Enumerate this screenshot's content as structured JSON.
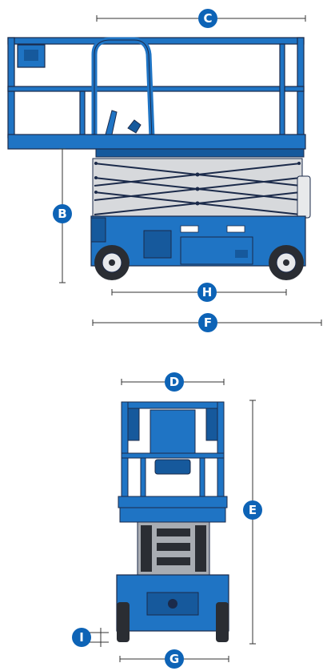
{
  "colors": {
    "machine_blue": "#1f74c4",
    "machine_blue_dark": "#16599c",
    "outline": "#1b2a4a",
    "badge_blue": "#0d63b6",
    "scissor_grey": "#d7d9dc",
    "tire": "#2a2d33",
    "dimension_line": "#333333"
  },
  "labels": {
    "c": "C",
    "b": "B",
    "h": "H",
    "f": "F",
    "d": "D",
    "e": "E",
    "i": "I",
    "g": "G"
  }
}
